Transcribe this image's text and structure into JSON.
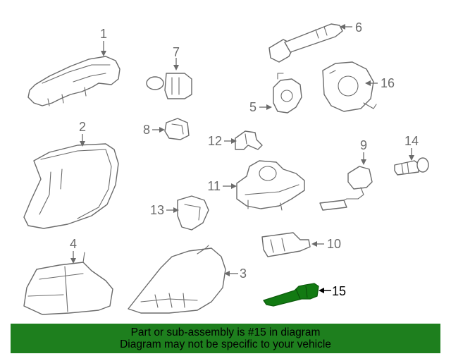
{
  "diagram": {
    "callouts": [
      "1",
      "2",
      "3",
      "4",
      "5",
      "6",
      "7",
      "8",
      "9",
      "10",
      "11",
      "12",
      "13",
      "14",
      "15",
      "16"
    ],
    "highlighted_part": "15",
    "highlight_color": "#127a12"
  },
  "banner": {
    "line1": "Part or sub-assembly is #15 in diagram",
    "line2": "Diagram may not be specific to your vehicle",
    "background": "#1e7f1e"
  }
}
